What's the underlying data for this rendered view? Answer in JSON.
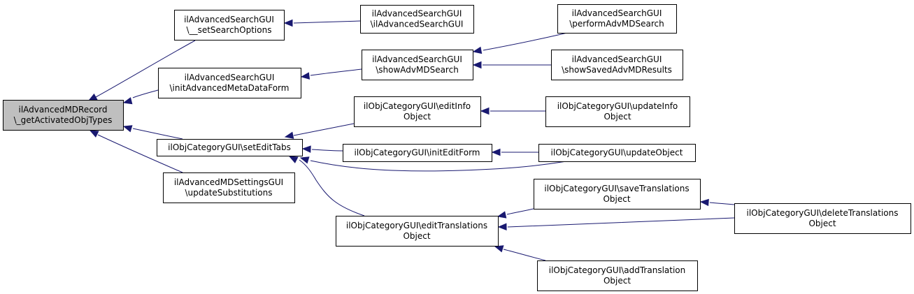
{
  "colors": {
    "edge": "#191970",
    "root_fill": "#bfbfbf",
    "node_fill": "#ffffff",
    "border": "#000000"
  },
  "nodes": [
    {
      "id": "n0",
      "lines": [
        "ilAdvancedMDRecord",
        "\\_getActivatedObjTypes"
      ]
    },
    {
      "id": "n1",
      "lines": [
        "ilAdvancedSearchGUI",
        "\\__setSearchOptions"
      ]
    },
    {
      "id": "n2",
      "lines": [
        "ilAdvancedSearchGUI",
        "\\ilAdvancedSearchGUI"
      ]
    },
    {
      "id": "n3",
      "lines": [
        "ilAdvancedSearchGUI",
        "\\initAdvancedMetaDataForm"
      ]
    },
    {
      "id": "n4",
      "lines": [
        "ilAdvancedSearchGUI",
        "\\showAdvMDSearch"
      ]
    },
    {
      "id": "n5",
      "lines": [
        "ilAdvancedSearchGUI",
        "\\performAdvMDSearch"
      ]
    },
    {
      "id": "n6",
      "lines": [
        "ilAdvancedSearchGUI",
        "\\showSavedAdvMDResults"
      ]
    },
    {
      "id": "n7",
      "lines": [
        "ilObjCategoryGUI\\setEditTabs"
      ]
    },
    {
      "id": "n8",
      "lines": [
        "ilObjCategoryGUI\\editInfo",
        "Object"
      ]
    },
    {
      "id": "n9",
      "lines": [
        "ilObjCategoryGUI\\updateInfo",
        "Object"
      ]
    },
    {
      "id": "n10",
      "lines": [
        "ilObjCategoryGUI\\initEditForm"
      ]
    },
    {
      "id": "n11",
      "lines": [
        "ilObjCategoryGUI\\updateObject"
      ]
    },
    {
      "id": "n12",
      "lines": [
        "ilObjCategoryGUI\\editTranslations",
        "Object"
      ]
    },
    {
      "id": "n13",
      "lines": [
        "ilObjCategoryGUI\\saveTranslations",
        "Object"
      ]
    },
    {
      "id": "n14",
      "lines": [
        "ilObjCategoryGUI\\deleteTranslations",
        "Object"
      ]
    },
    {
      "id": "n15",
      "lines": [
        "ilObjCategoryGUI\\addTranslation",
        "Object"
      ]
    },
    {
      "id": "n16",
      "lines": [
        "ilAdvancedMDSettingsGUI",
        "\\updateSubstitutions"
      ]
    }
  ],
  "edges": [
    {
      "from": "n1",
      "to": "n0"
    },
    {
      "from": "n3",
      "to": "n0"
    },
    {
      "from": "n7",
      "to": "n0"
    },
    {
      "from": "n16",
      "to": "n0"
    },
    {
      "from": "n2",
      "to": "n1"
    },
    {
      "from": "n4",
      "to": "n3"
    },
    {
      "from": "n5",
      "to": "n4"
    },
    {
      "from": "n6",
      "to": "n4"
    },
    {
      "from": "n8",
      "to": "n7"
    },
    {
      "from": "n10",
      "to": "n7"
    },
    {
      "from": "n11",
      "to": "n7"
    },
    {
      "from": "n12",
      "to": "n7"
    },
    {
      "from": "n9",
      "to": "n8"
    },
    {
      "from": "n11",
      "to": "n10"
    },
    {
      "from": "n13",
      "to": "n12"
    },
    {
      "from": "n14",
      "to": "n12"
    },
    {
      "from": "n15",
      "to": "n12"
    },
    {
      "from": "n14",
      "to": "n13"
    }
  ]
}
